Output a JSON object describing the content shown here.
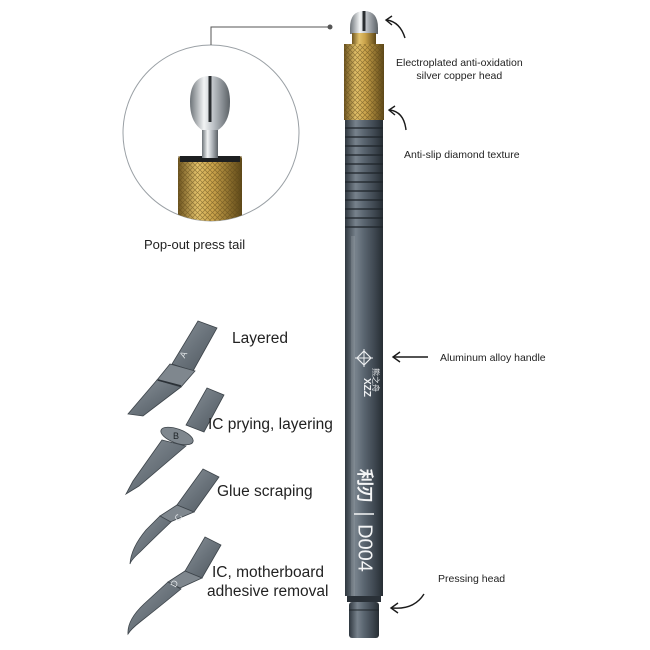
{
  "callouts": {
    "head": [
      "Electroplated anti-oxidation",
      "silver copper head"
    ],
    "texture": "Anti-slip diamond texture",
    "handle": "Aluminum alloy handle",
    "pressing": "Pressing head"
  },
  "inset": {
    "caption": "Pop-out press tail"
  },
  "blades": [
    {
      "label": "Layered",
      "mark": "A"
    },
    {
      "label": "IC prying, layering",
      "mark": "B"
    },
    {
      "label": "Glue scraping",
      "mark": "C"
    },
    {
      "label": [
        "IC, motherboard",
        "adhesive removal"
      ],
      "mark": "D"
    }
  ],
  "pen": {
    "model": "D004",
    "brand": "XZZ",
    "brand_cn": "熊之舟",
    "brand_script": "利刃"
  },
  "colors": {
    "gold": "#c9a24a",
    "metal": "#5a6570",
    "metal_dark": "#39424b",
    "silver": "#c8ccd0"
  }
}
